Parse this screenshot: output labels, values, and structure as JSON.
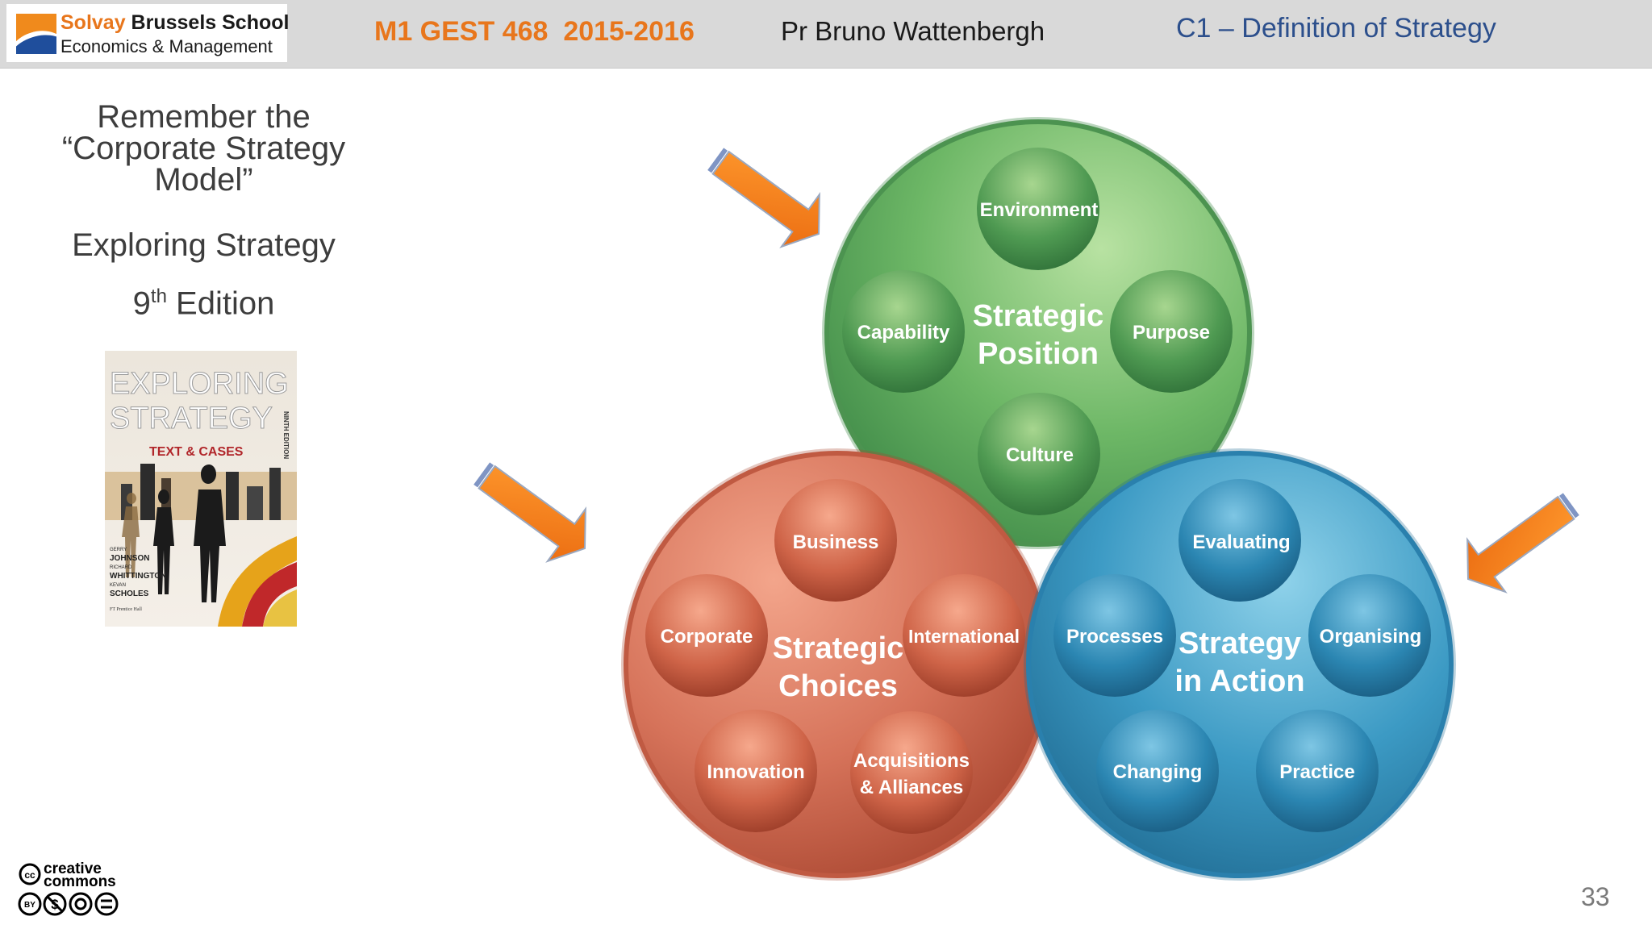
{
  "header": {
    "logo_brand_1": "Solvay",
    "logo_brand_2": " Brussels School",
    "logo_line2": "Economics & Management",
    "course": "M1 GEST 468  2015-2016",
    "professor": "Pr Bruno Wattenbergh",
    "chapter": "C1 – Definition of Strategy"
  },
  "left": {
    "line1": "Remember the",
    "line2": "“Corporate Strategy",
    "line3": "Model”",
    "book_title": "Exploring Strategy",
    "edition_number": "9",
    "edition_sup": "th",
    "edition_word": " Edition"
  },
  "book_cover": {
    "title_1": "EXPLORING",
    "title_2": "STRATEGY",
    "subtitle": "TEXT & CASES",
    "spine": "NINTH EDITION",
    "authors": [
      "GERRY",
      "JOHNSON",
      "RICHARD",
      "WHITTINGTON",
      "KEVAN",
      "SCHOLES"
    ],
    "publisher": "FT Prentice Hall"
  },
  "diagram": {
    "position": {
      "title_1": "Strategic",
      "title_2": "Position",
      "items": [
        "Environment",
        "Capability",
        "Purpose",
        "Culture"
      ],
      "color": "#5aa85c"
    },
    "choices": {
      "title_1": "Strategic",
      "title_2": "Choices",
      "items": [
        "Business",
        "Corporate",
        "International",
        "Innovation",
        "Acquisitions",
        "& Alliances"
      ],
      "color": "#d9775e"
    },
    "action": {
      "title_1": "Strategy",
      "title_2": "in Action",
      "items": [
        "Evaluating",
        "Processes",
        "Organising",
        "Changing",
        "Practice"
      ],
      "color": "#2f93bf"
    },
    "arrow_color": "#f07a1a"
  },
  "footer": {
    "cc_line1": "creative",
    "cc_line2": "commons",
    "page_number": "33"
  }
}
